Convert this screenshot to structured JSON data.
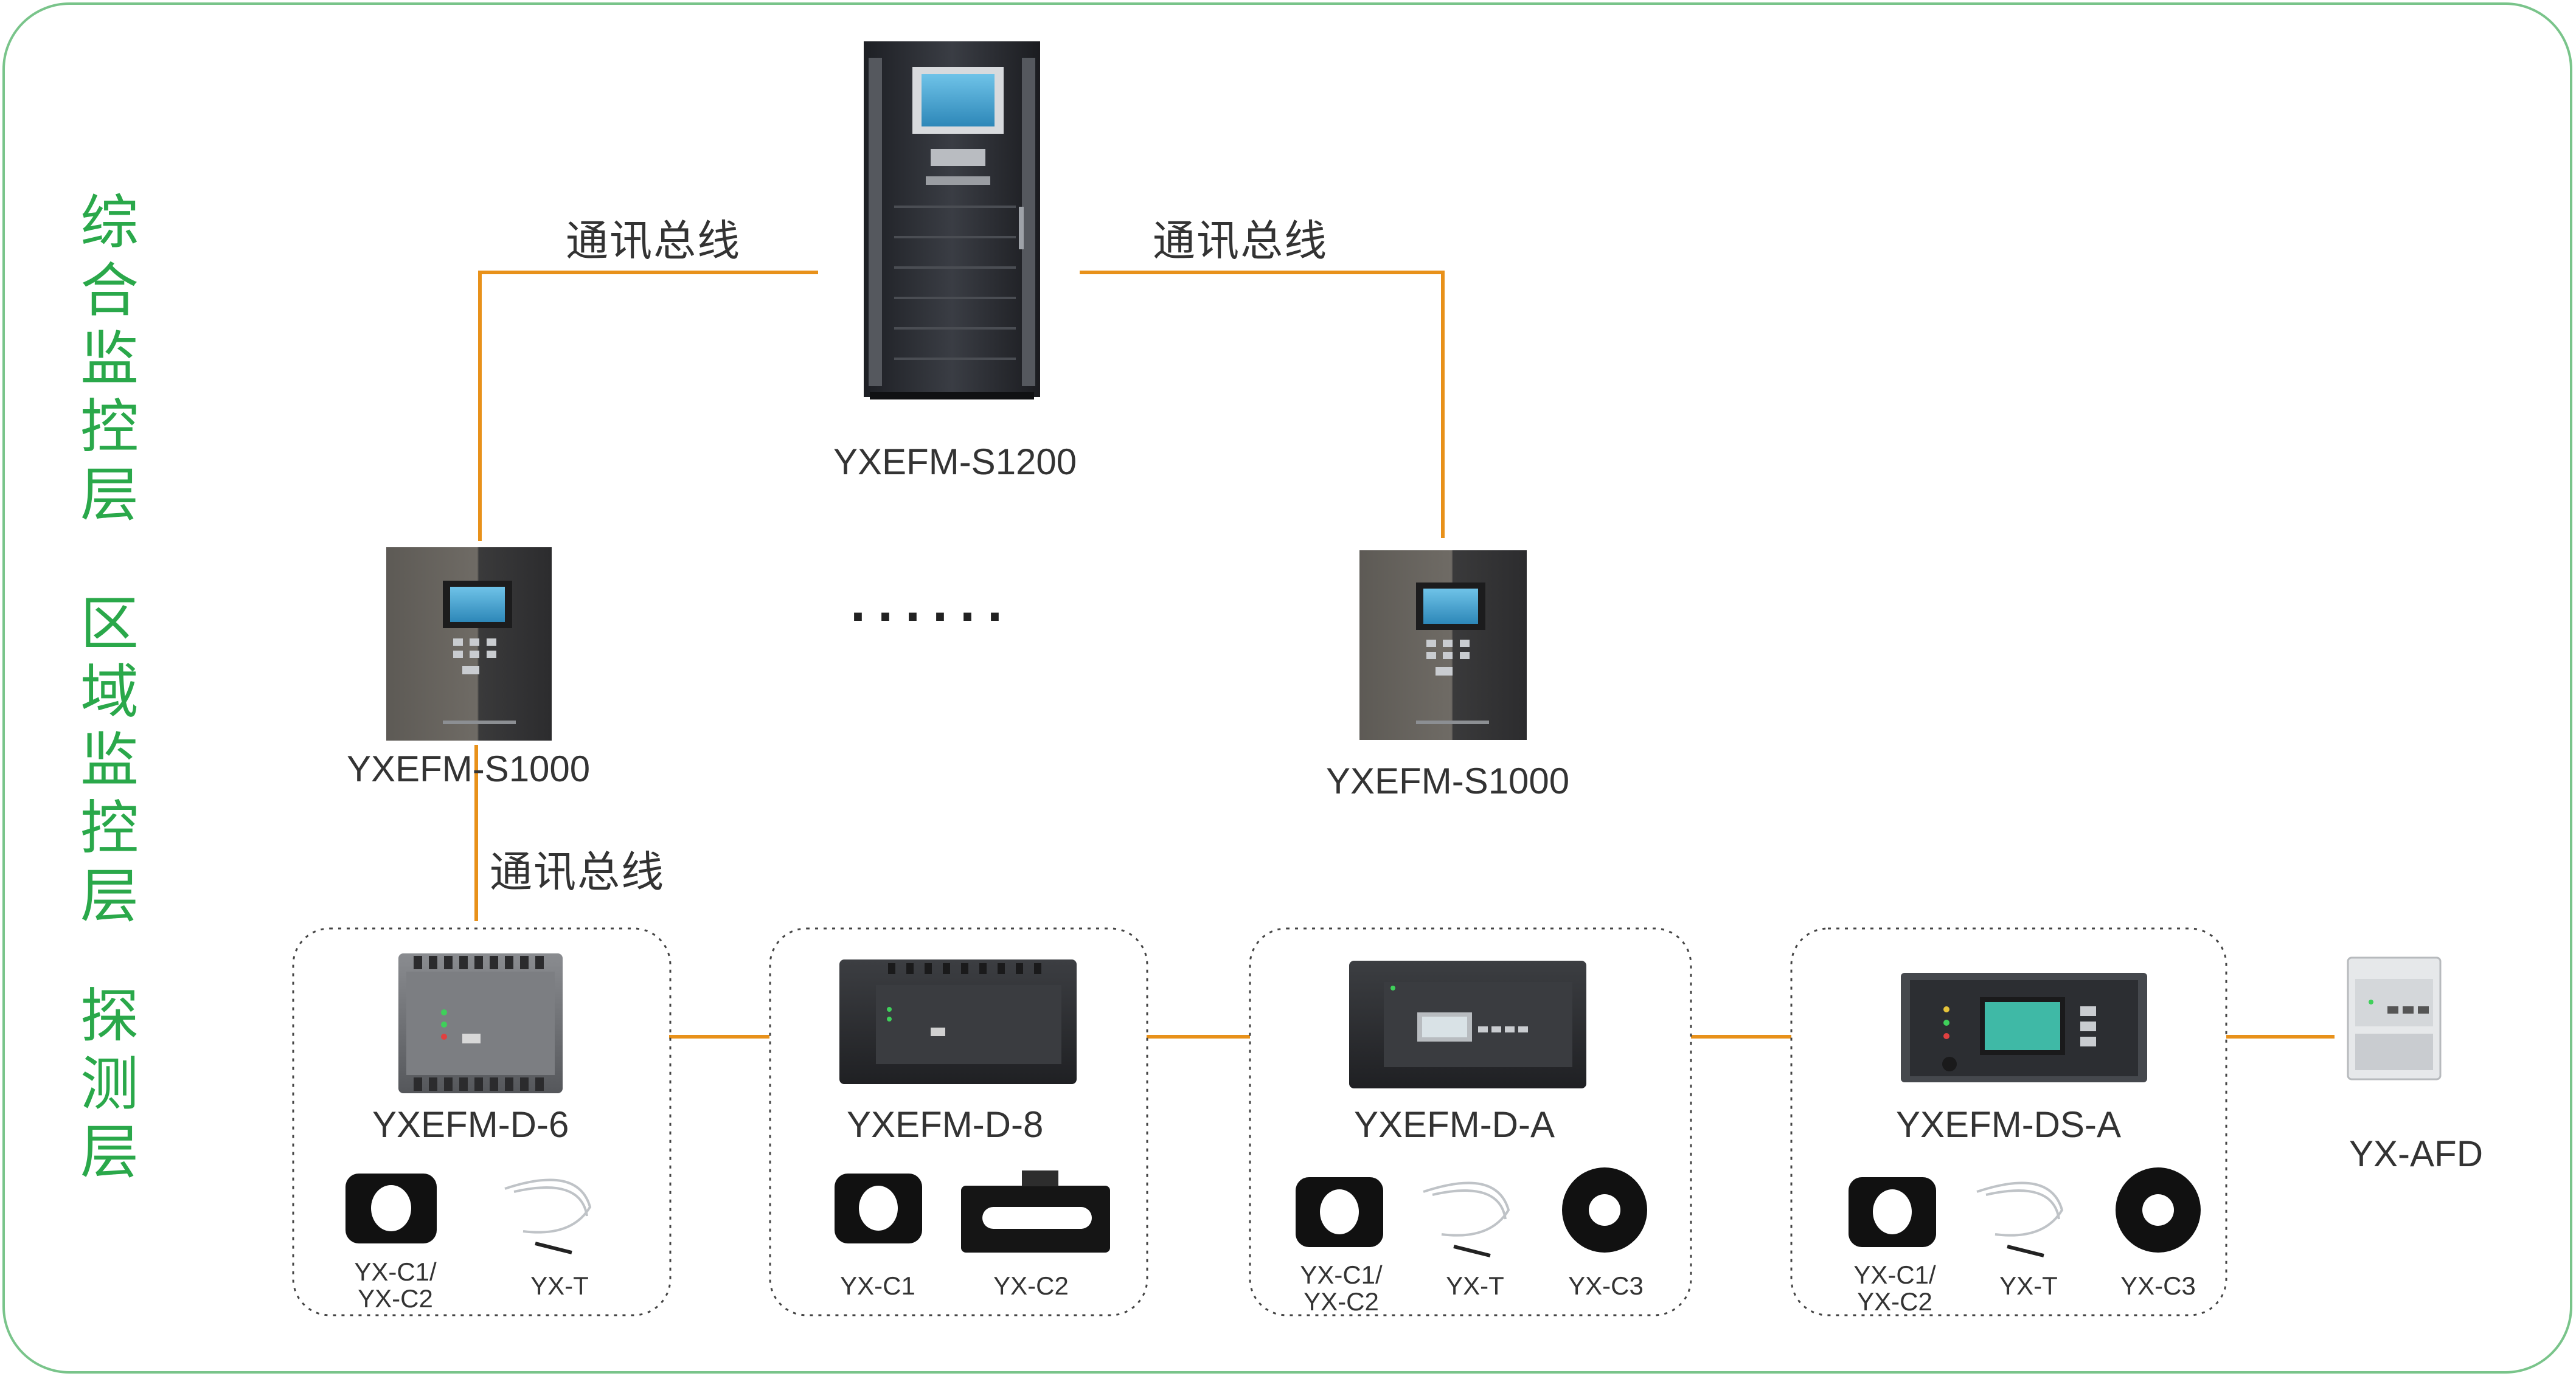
{
  "layers": {
    "integrated_monitoring": "综合监控层",
    "regional_monitoring": "区域监控层",
    "detection": "探测层"
  },
  "bus": {
    "top_left": "通讯总线",
    "top_right": "通讯总线",
    "regional": "通讯总线"
  },
  "devices": {
    "host": "YXEFM-S1200",
    "regional_left": "YXEFM-S1000",
    "regional_right": "YXEFM-S1000",
    "ellipsis": "......",
    "detector_d6": "YXEFM-D-6",
    "detector_d8": "YXEFM-D-8",
    "detector_da": "YXEFM-D-A",
    "detector_dsa": "YXEFM-DS-A",
    "afd": "YX-AFD"
  },
  "sensors": {
    "g1_ct": "YX-C1/\nYX-C2",
    "g1_t": "YX-T",
    "g2_c1": "YX-C1",
    "g2_c2": "YX-C2",
    "g3_ct": "YX-C1/\nYX-C2",
    "g3_t": "YX-T",
    "g3_c3": "YX-C3",
    "g4_ct": "YX-C1/\nYX-C2",
    "g4_t": "YX-T",
    "g4_c3": "YX-C3"
  },
  "colors": {
    "bus_line": "#e8911a",
    "layer_text": "#2aa84a",
    "frame": "#79c48a"
  }
}
